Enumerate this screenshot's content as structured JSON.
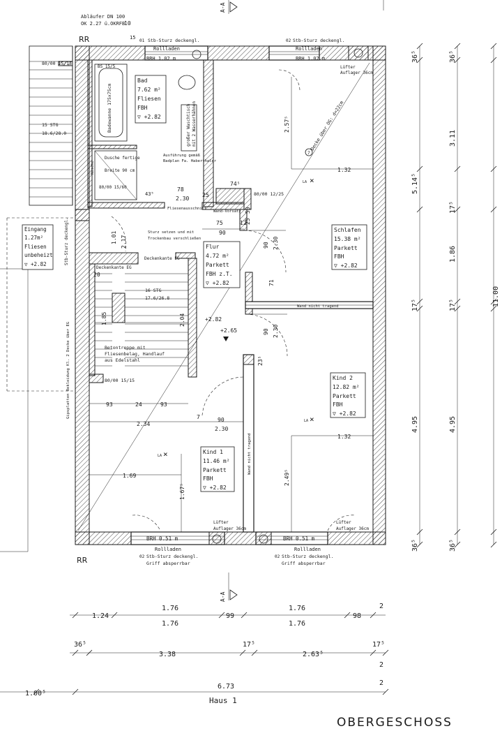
{
  "title": "OBERGESCHOSS",
  "house": "Haus 1",
  "section_marker": "A-A",
  "rr": "RR",
  "top_notes": {
    "drain_1": "Abläufer DN 100",
    "drain_2": "OK 2.27 ü.OKRFB",
    "dim_10": "10",
    "dim_15": "15"
  },
  "windows": {
    "top_left": {
      "lintel": "Stb-Sturz deckengl.",
      "blind": "Rollladen",
      "brh": "BRH 1.02 m",
      "number": "01"
    },
    "top_right": {
      "lintel": "Stb-Sturz deckengl.",
      "blind": "Rollladen",
      "brh": "BRH 1.02 m",
      "number": "02",
      "fan_1": "Lüfter",
      "fan_2": "Auflager 36cm"
    },
    "bottom_left": {
      "lintel": "Stb-Sturz deckengl.",
      "blind": "Rollladen",
      "brh": "BRH 0.51 m",
      "grip": "Griff absperrbar",
      "number": "02",
      "fan_1": "Lüfter",
      "fan_2": "Auflager 36cm"
    },
    "bottom_right": {
      "lintel": "Stb-Sturz deckengl.",
      "blind": "Rollladen",
      "brh": "BRH 0.51 m",
      "grip": "Griff absperrbar",
      "number": "02",
      "fan_1": "Lüfter",
      "fan_2": "Auflager 36cm"
    },
    "left_lintel": "Stb-Sturz deckengl."
  },
  "rooms": [
    {
      "key": "bad",
      "name": "Bad",
      "area": "7.62 m²",
      "floor": "Fliesen",
      "heat": "FBH",
      "level": "▽ +2.82"
    },
    {
      "key": "eingang",
      "name": "Eingang",
      "area": "1.27m²",
      "floor": "Fliesen",
      "heat": "unbeheizt",
      "level": "▽ +2.82"
    },
    {
      "key": "flur",
      "name": "Flur",
      "area": "4.72 m²",
      "floor": "Parkett",
      "heat": "FBH z.T.",
      "level": "▽ +2.82"
    },
    {
      "key": "schlafen",
      "name": "Schlafen",
      "area": "15.38 m²",
      "floor": "Parkett",
      "heat": "FBH",
      "level": "▽ +2.82"
    },
    {
      "key": "kind2",
      "name": "Kind 2",
      "area": "12.82 m²",
      "floor": "Parkett",
      "heat": "FBH",
      "level": "▽ +2.82"
    },
    {
      "key": "kind1",
      "name": "Kind 1",
      "area": "11.46 m²",
      "floor": "Parkett",
      "heat": "FBH",
      "level": "▽ +2.82"
    }
  ],
  "bath_notes": {
    "tub": "Badewanne 175x75cm",
    "basin_1": "großer Waschtisch",
    "basin_2": "mit 2 Wasserhähnen",
    "exec_1": "Ausführung gemäß",
    "exec_2": "Badplan Fa. Haberthaler",
    "shower_1": "Dusche fertige",
    "shower_2": "Breite 90 cm",
    "niche": "Nische",
    "tile_cut": "Fliesenausschnitt",
    "lintel_bs": "BS 15/5",
    "wall_dim": "80/00 15/60"
  },
  "stair_notes": {
    "upper_steps": "15 STG",
    "upper_rise": "18.6/28.0",
    "upper_beam": "80/00 15/15",
    "main_steps": "16 STG",
    "main_rise": "17.6/26.8",
    "main_1": "Betontreppe mit",
    "main_2": "Fliesenbelag, Handlauf",
    "main_3": "aus Edelstahl",
    "edge_eg": "Deckenkante EG",
    "edge_og": "Deckenkante EG",
    "beam_lower": "80/00 15/15",
    "side_note": "Gipsplatten Bekleidung Kl. 2 Decke über EG",
    "flur_note_1": "Sturz setzen und mit",
    "flur_note_2": "Trockenbau verschließen",
    "wall_beam": "80/00 12/25",
    "wall_vorsatz": "Wand-Vorsatz"
  },
  "ceiling_note": "Decke über OG: d=22cm",
  "ceiling_num": "7",
  "load_wall_1": "Wand nicht tragend",
  "load_wall_2": "Wand nicht tragend",
  "levels": {
    "flur_a": "+2.82",
    "flur_b": "+2.65"
  },
  "inner_dims": {
    "d_257": "2.57⁵",
    "d_132a": "1.32",
    "d_132b": "1.32",
    "d_74": "74⁵",
    "d_43": "43⁵",
    "d_78": "78",
    "d_230a": "2.30",
    "d_25a": "25",
    "d_25b": "25",
    "d_50": "50",
    "d_75": "75",
    "d_90a": "90",
    "d_12": "12",
    "d_101": "1.01",
    "d_217": "2.17",
    "d_90b": "90",
    "d_230b": "2.30",
    "d_71": "71",
    "d_90c": "90",
    "d_230c": "2.30",
    "d_23": "23⁵",
    "d_185": "1.85",
    "d_204": "2.04",
    "d_20": "20",
    "d_93a": "93",
    "d_24": "24",
    "d_93b": "93",
    "d_234": "2.34",
    "d_7": "7",
    "d_90d": "90",
    "d_230d": "2.30",
    "d_169": "1.69",
    "d_167": "1.67⁵",
    "d_249": "2.49⁵",
    "la_1": "LA",
    "la_2": "LA",
    "la_3": "LA"
  },
  "right_dims": {
    "a_365": "36⁵",
    "a_514": "5.14⁵",
    "a_175": "17⁵",
    "a_495": "4.95",
    "a_365b": "36⁵",
    "b_365": "36⁵",
    "b_311": "3.11",
    "b_175": "17⁵",
    "b_186": "1.86",
    "b_175b": "17⁵",
    "b_495": "4.95",
    "b_365b": "36⁵",
    "c_1100": "11.00"
  },
  "bottom_dims": {
    "r1_124": "1.24",
    "r1_176a": "1.76",
    "r1_99": "99",
    "r1_176b": "1.76",
    "r1_98": "98",
    "r1_2": "2",
    "r1_176c": "1.76",
    "r1_176d": "1.76",
    "r2_365": "36⁵",
    "r2_175a": "17⁵",
    "r2_175b": "17⁵",
    "r2_338": "3.38",
    "r2_263": "2.63⁵",
    "r2_2": "2",
    "r3_1005": "1.00⁵",
    "r3_673": "6.73",
    "r3_2": "2"
  }
}
